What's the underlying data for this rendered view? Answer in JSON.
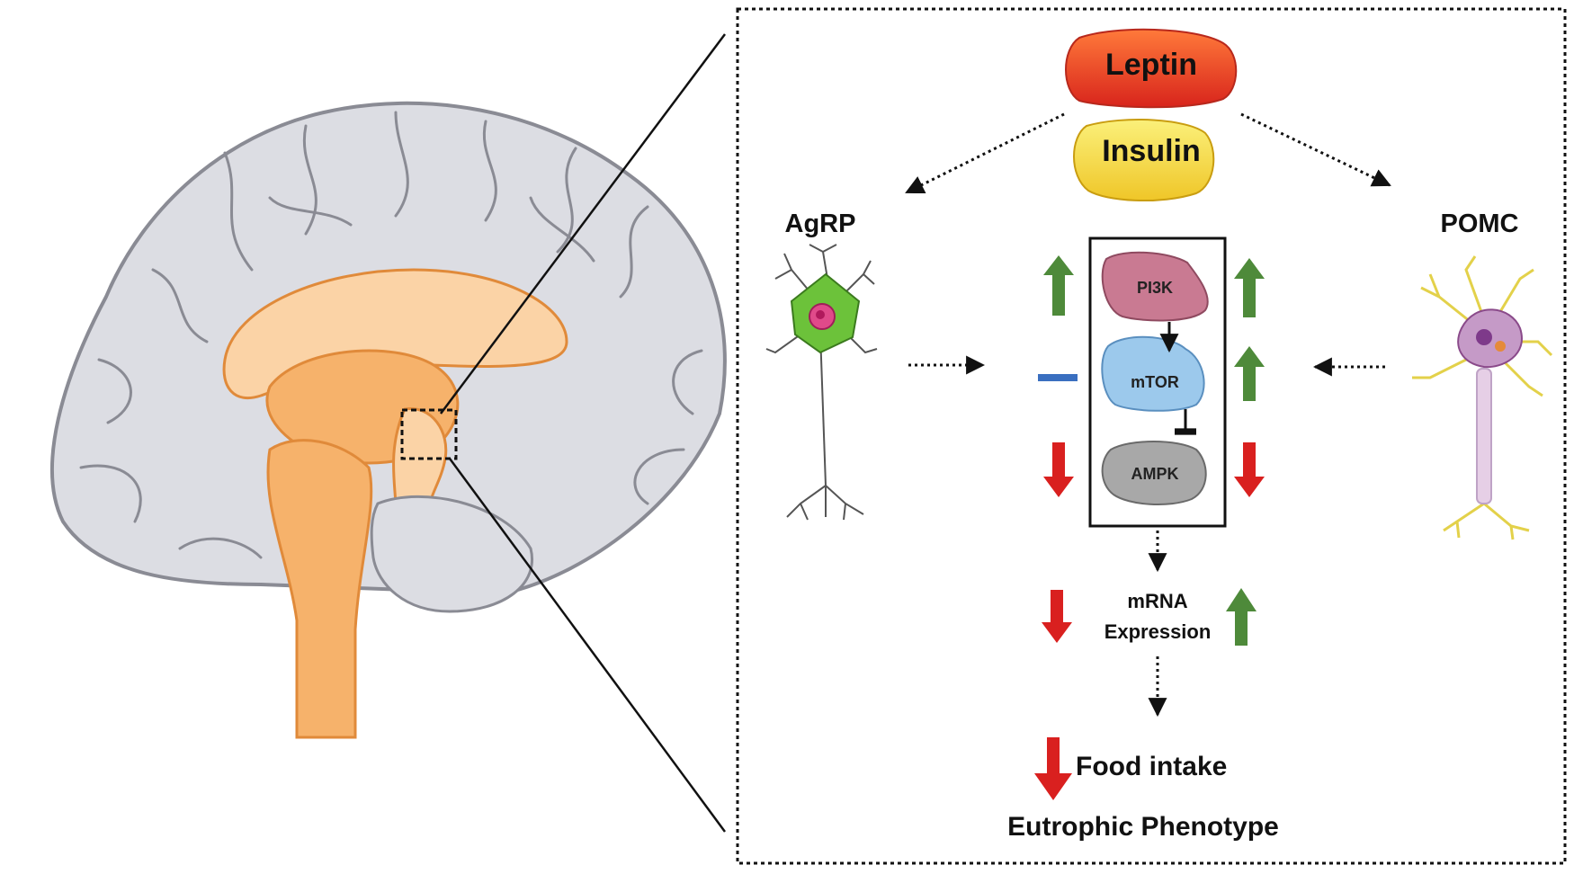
{
  "hormones": {
    "leptin": "Leptin",
    "insulin": "Insulin"
  },
  "neurons": {
    "agrp": "AgRP",
    "pomc": "POMC"
  },
  "pathway": {
    "pi3k": "PI3K",
    "mtor": "mTOR",
    "ampk": "AMPK"
  },
  "outcome": {
    "mrna_line1": "mRNA",
    "mrna_line2": "Expression",
    "food_intake": "Food intake",
    "phenotype": "Eutrophic Phenotype"
  },
  "colors": {
    "leptin": "#e8402a",
    "insulin": "#f7dc4a",
    "pi3k": "#c97a92",
    "mtor": "#9cc9ec",
    "ampk": "#a8a8a8",
    "up_arrow": "#4e8a3a",
    "down_arrow": "#d9201f",
    "no_change": "#3a6fc0",
    "brain_gray": "#dcdde3",
    "brain_orange": "#f6b26b"
  },
  "indicators": {
    "agrp_pi3k": "up",
    "agrp_mtor": "no-change",
    "agrp_ampk": "down",
    "pomc_pi3k": "up",
    "pomc_mtor": "up",
    "pomc_ampk": "down",
    "agrp_mrna": "down",
    "pomc_mrna": "up",
    "food_intake": "down"
  }
}
